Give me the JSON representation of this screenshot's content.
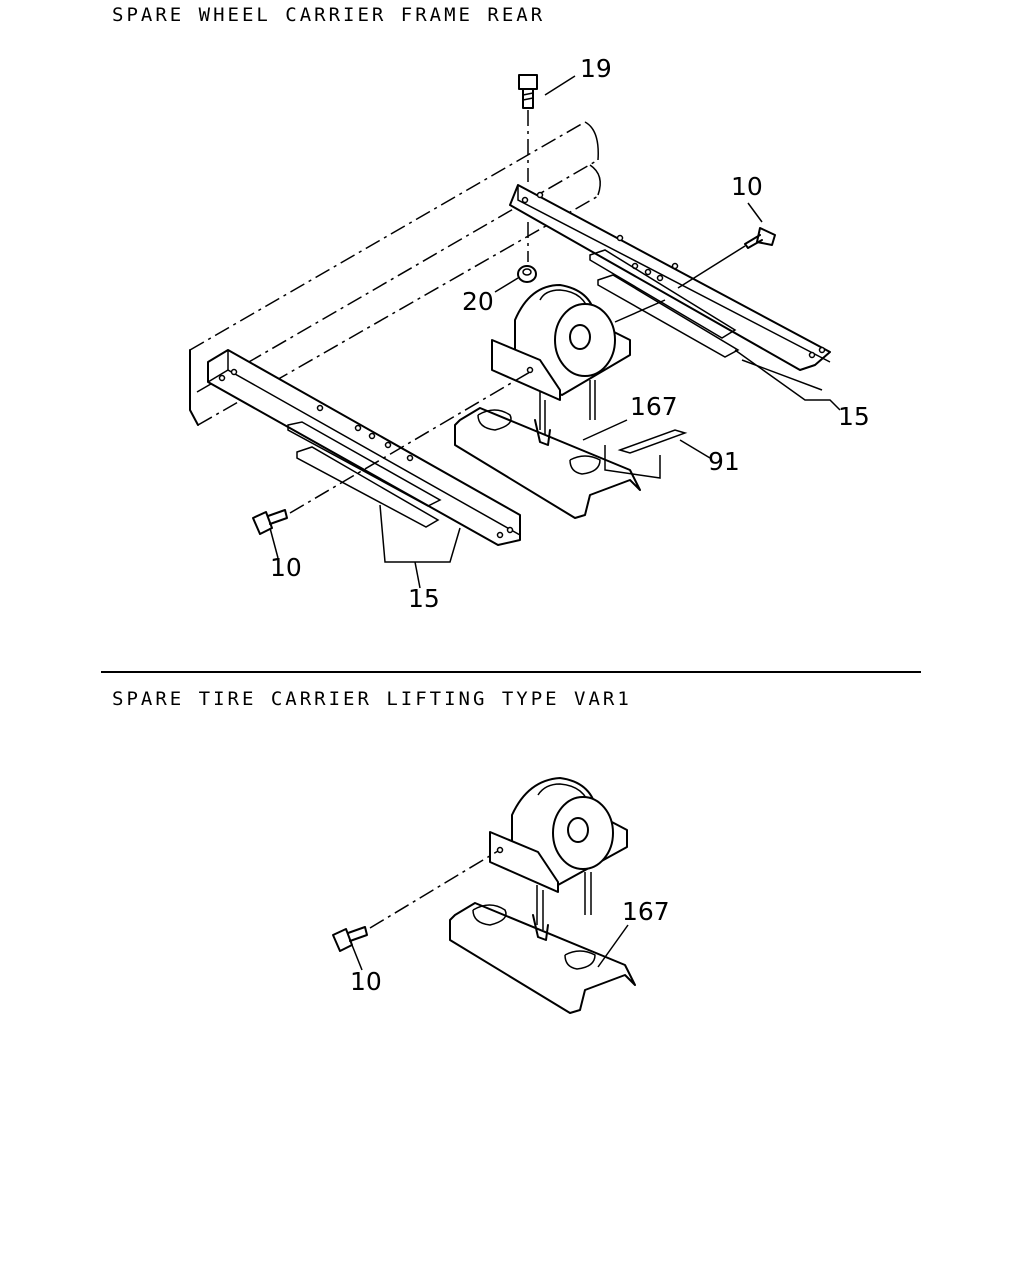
{
  "sections": [
    {
      "title": "SPARE WHEEL CARRIER FRAME REAR",
      "callouts": [
        "19",
        "10",
        "20",
        "167",
        "15",
        "91",
        "10",
        "15"
      ]
    },
    {
      "title": "SPARE TIRE CARRIER LIFTING TYPE VAR1",
      "callouts": [
        "167",
        "10"
      ]
    }
  ]
}
